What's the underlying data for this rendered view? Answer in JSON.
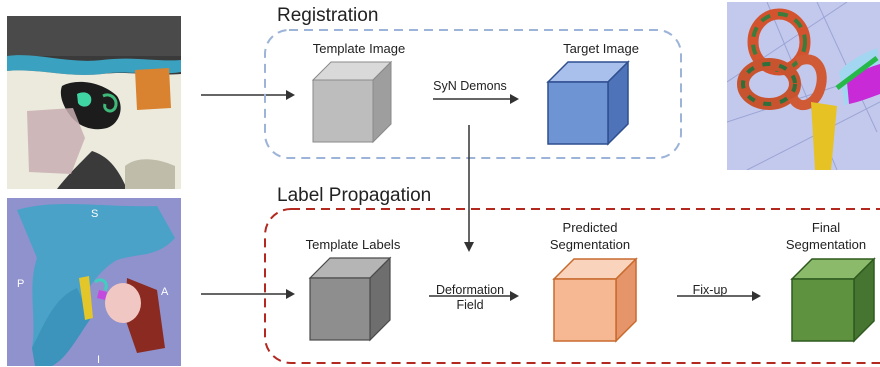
{
  "registration": {
    "title": "Registration",
    "template_image_label": "Template Image",
    "target_image_label": "Target Image",
    "arrow_label": "SyN Demons"
  },
  "label_propagation": {
    "title": "Label Propagation",
    "template_labels_label": "Template Labels",
    "predicted_label_line1": "Predicted",
    "predicted_label_line2": "Segmentation",
    "final_label_line1": "Final",
    "final_label_line2": "Segmentation",
    "deformation_line1": "Deformation",
    "deformation_line2": "Field",
    "fixup_label": "Fix-up"
  },
  "render3d_orientation": {
    "superior": "S",
    "posterior": "P",
    "anterior": "A",
    "inferior": "I"
  },
  "colors": {
    "registration_border": "#9db4d8",
    "propagation_border": "#b3281f",
    "template_cube": "#bdbdbd",
    "target_cube": "#6f94d4",
    "labels_cube": "#8e8e8e",
    "predicted_cube": "#f6b893",
    "final_cube": "#5e923e"
  }
}
